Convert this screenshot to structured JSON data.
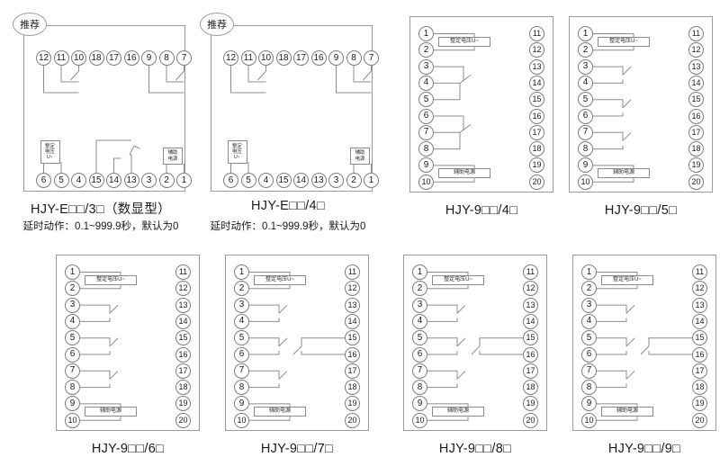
{
  "labels": {
    "recommended_badge": "推荐",
    "set_voltage_vertical": "整定\n电压\nU~",
    "set_voltage_inline": "整定电压U~",
    "aux_power_vertical": "辅助\n电源",
    "aux_power_inline": "辅助电源",
    "set_voltage_line1": "整定",
    "set_voltage_line2": "电压",
    "set_voltage_line3": "U~",
    "aux_power_line1": "辅助",
    "aux_power_line2": "电源"
  },
  "panels": [
    {
      "id": "hjy-e-3",
      "caption": "HJY-E□□/3□（数显型）",
      "subcaption": "延时动作：0.1~999.9秒，默认为0",
      "badge": "推荐",
      "layout": "horizontal",
      "top_terminals": [
        "12",
        "11",
        "10",
        "18",
        "17",
        "16",
        "9",
        "8",
        "7"
      ],
      "bottom_terminals": [
        "6",
        "5",
        "4",
        "15",
        "14",
        "13",
        "3",
        "2",
        "1"
      ],
      "has_middle_contact": true
    },
    {
      "id": "hjy-e-4",
      "caption": "HJY-E□□/4□",
      "subcaption": "延时动作：0.1~999.9秒，默认为0",
      "badge": "推荐",
      "layout": "horizontal",
      "top_terminals": [
        "12",
        "11",
        "10",
        "18",
        "17",
        "16",
        "9",
        "8",
        "7"
      ],
      "bottom_terminals": [
        "6",
        "5",
        "4",
        "15",
        "14",
        "13",
        "3",
        "2",
        "1"
      ],
      "has_middle_contact": false
    },
    {
      "id": "hjy-9-4",
      "caption": "HJY-9□□/4□",
      "layout": "vertical",
      "left_terminals": [
        "1",
        "2",
        "3",
        "4",
        "5",
        "6",
        "7",
        "8",
        "9",
        "10"
      ],
      "right_terminals": [
        "11",
        "12",
        "13",
        "14",
        "15",
        "16",
        "17",
        "18",
        "19",
        "20"
      ],
      "left_contacts": [
        {
          "from": 3,
          "to": 5,
          "mid": 4,
          "type": "changeover"
        },
        {
          "from": 6,
          "to": 8,
          "mid": 7,
          "type": "changeover"
        }
      ],
      "right_contacts": []
    },
    {
      "id": "hjy-9-5",
      "caption": "HJY-9□□/5□",
      "layout": "vertical",
      "left_terminals": [
        "1",
        "2",
        "3",
        "4",
        "5",
        "6",
        "7",
        "8",
        "9",
        "10"
      ],
      "right_terminals": [
        "11",
        "12",
        "13",
        "14",
        "15",
        "16",
        "17",
        "18",
        "19",
        "20"
      ],
      "left_contacts": [
        {
          "from": 3,
          "to": 4,
          "type": "no"
        },
        {
          "from": 5,
          "to": 6,
          "type": "no"
        },
        {
          "from": 7,
          "to": 8,
          "type": "changeover"
        }
      ],
      "right_contacts": []
    },
    {
      "id": "hjy-9-6",
      "caption": "HJY-9□□/6□",
      "layout": "vertical",
      "left_terminals": [
        "1",
        "2",
        "3",
        "4",
        "5",
        "6",
        "7",
        "8",
        "9",
        "10"
      ],
      "right_terminals": [
        "11",
        "12",
        "13",
        "14",
        "15",
        "16",
        "17",
        "18",
        "19",
        "20"
      ],
      "left_contacts": [
        {
          "from": 3,
          "to": 4,
          "type": "no"
        },
        {
          "from": 5,
          "to": 6,
          "type": "no"
        },
        {
          "from": 7,
          "to": 8,
          "type": "no"
        }
      ],
      "right_contacts": []
    },
    {
      "id": "hjy-9-7",
      "caption": "HJY-9□□/7□",
      "layout": "vertical",
      "left_terminals": [
        "1",
        "2",
        "3",
        "4",
        "5",
        "6",
        "7",
        "8",
        "9",
        "10"
      ],
      "right_terminals": [
        "11",
        "12",
        "13",
        "14",
        "15",
        "16",
        "17",
        "18",
        "19",
        "20"
      ],
      "left_contacts": [
        {
          "from": 3,
          "to": 4,
          "type": "no"
        },
        {
          "from": 5,
          "to": 6,
          "type": "no"
        },
        {
          "from": 7,
          "to": 8,
          "type": "no"
        }
      ],
      "right_contacts": [
        {
          "from": 15,
          "to": 16,
          "type": "no"
        }
      ]
    },
    {
      "id": "hjy-9-8",
      "caption": "HJY-9□□/8□",
      "layout": "vertical",
      "left_terminals": [
        "1",
        "2",
        "3",
        "4",
        "5",
        "6",
        "7",
        "8",
        "9",
        "10"
      ],
      "right_terminals": [
        "11",
        "12",
        "13",
        "14",
        "15",
        "16",
        "17",
        "18",
        "19",
        "20"
      ],
      "left_contacts": [
        {
          "from": 3,
          "to": 4,
          "type": "no"
        },
        {
          "from": 5,
          "to": 6,
          "type": "no"
        },
        {
          "from": 7,
          "to": 8,
          "type": "no"
        }
      ],
      "right_contacts": [
        {
          "from": 15,
          "to": 16,
          "type": "no"
        }
      ]
    },
    {
      "id": "hjy-9-9",
      "caption": "HJY-9□□/9□",
      "layout": "vertical",
      "left_terminals": [
        "1",
        "2",
        "3",
        "4",
        "5",
        "6",
        "7",
        "8",
        "9",
        "10"
      ],
      "right_terminals": [
        "11",
        "12",
        "13",
        "14",
        "15",
        "16",
        "17",
        "18",
        "19",
        "20"
      ],
      "left_contacts": [
        {
          "from": 3,
          "to": 4,
          "type": "no"
        },
        {
          "from": 5,
          "to": 6,
          "type": "no"
        },
        {
          "from": 7,
          "to": 8,
          "type": "no"
        }
      ],
      "right_contacts": [
        {
          "from": 15,
          "to": 16,
          "type": "no"
        }
      ]
    }
  ],
  "colors": {
    "line": "#8c8c8c",
    "text": "#1a1a1a",
    "background": "#ffffff"
  }
}
